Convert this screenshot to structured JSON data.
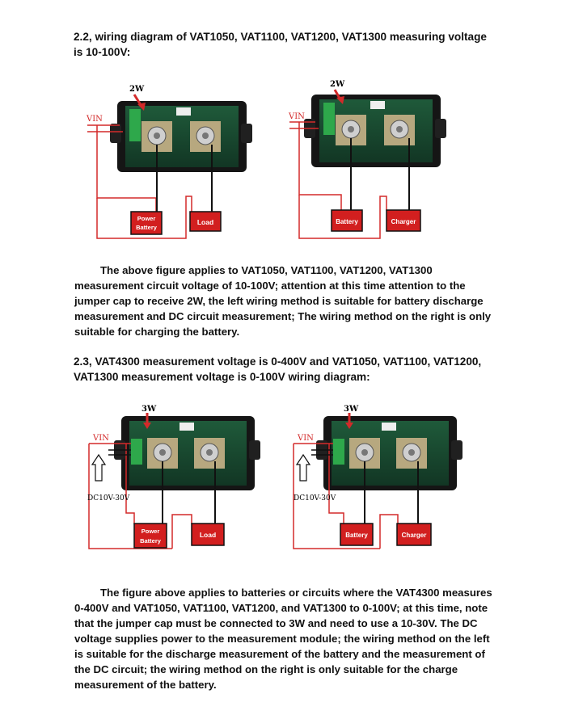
{
  "section1": {
    "heading": "2.2, wiring diagram of VAT1050, VAT1100, VAT1200, VAT1300 measuring voltage is 10-100V:",
    "left": {
      "jumper": "2W",
      "vin": "VIN",
      "battery": "Power Battery",
      "load": "Load"
    },
    "right": {
      "jumper": "2W",
      "vin": "VIN",
      "battery": "Battery",
      "charger": "Charger"
    },
    "paragraph": "The above figure applies to VAT1050, VAT1100, VAT1200, VAT1300 measurement circuit voltage of 10-100V; attention at this time attention to the jumper cap to receive 2W, the left wiring method is suitable for battery discharge measurement and DC circuit measurement; The wiring method on the right is only suitable for charging the battery."
  },
  "section2": {
    "heading": "2.3, VAT4300 measurement voltage is 0-400V and VAT1050, VAT1100, VAT1200, VAT1300 measurement voltage is 0-100V wiring diagram:",
    "left": {
      "jumper": "3W",
      "vin": "VIN",
      "dc": "DC10V-30V",
      "battery": "Power Battery",
      "load": "Load"
    },
    "right": {
      "jumper": "3W",
      "vin": "VIN",
      "dc": "DC10V-30V",
      "battery": "Battery",
      "charger": "Charger"
    },
    "paragraph": "The figure above applies to batteries or circuits where the VAT4300 measures 0-400V and VAT1050, VAT1100, VAT1200, and VAT1300 to 0-100V; at this time, note that the jumper cap must be connected to 3W and need to use a 10-30V. The DC voltage supplies power to the measurement module; the wiring method on the left is suitable for the discharge measurement of the battery and the measurement of the DC circuit; the wiring method on the right is only suitable for the charge measurement of the battery."
  }
}
